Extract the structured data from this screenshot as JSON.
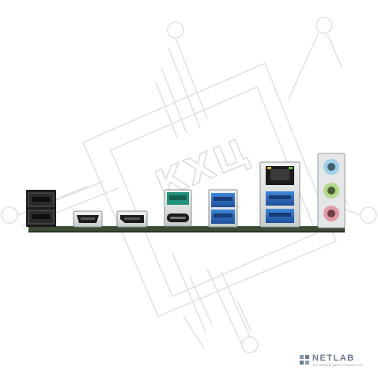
{
  "watermark": {
    "text": "КХЦ",
    "color": "#e0e0e0"
  },
  "brand": {
    "name": "NETLAB",
    "tagline": "ОПТОВЫЙ ДИСТРИБЬЮТОР",
    "color": "#6b7b8d"
  },
  "photo": {
    "pcb_color": "#3d4b37",
    "port_black": "#1c1c1c",
    "port_blue": "#2f6ec4",
    "port_teal": "#23907b",
    "audio_blue": "#9fd0e6",
    "audio_green": "#b5d98a",
    "audio_pink": "#e39aa6"
  }
}
